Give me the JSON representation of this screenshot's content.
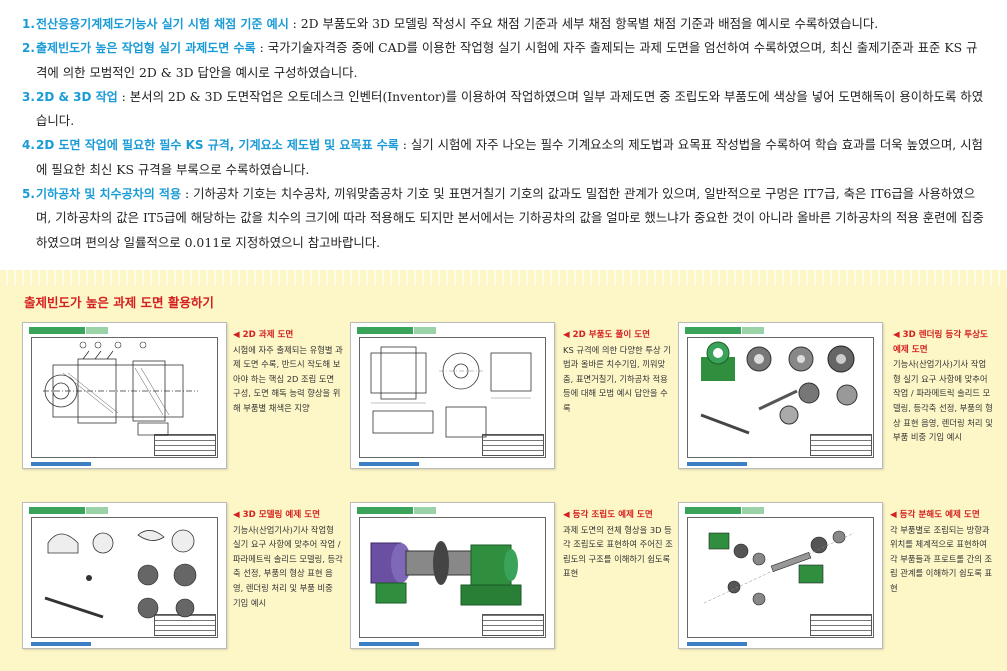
{
  "intro": [
    {
      "num": "1.",
      "head": "전산응용기계제도기능사 실기 시험 채점 기준 예시",
      "sep": " : ",
      "body": "2D 부품도와 3D 모델링 작성시 주요 채점 기준과 세부 채점 항목별 채점 기준과 배점을 예시로 수록하였습니다."
    },
    {
      "num": "2.",
      "head": "출제빈도가 높은 작업형 실기 과제도면 수록",
      "sep": " : ",
      "body": "국가기술자격증 중에 CAD를 이용한 작업형 실기 시험에 자주 출제되는 과제 도면을 엄선하여 수록하였으며, 최신 출제기준과 표준 KS 규격에 의한 모범적인 2D & 3D 답안을 예시로 구성하였습니다."
    },
    {
      "num": "3.",
      "head": "2D & 3D 작업",
      "sep": " : ",
      "body": "본서의 2D & 3D 도면작업은 오토데스크 인벤터(Inventor)를 이용하여 작업하였으며 일부 과제도면 중 조립도와 부품도에 색상을 넣어 도면해독이 용이하도록 하였습니다."
    },
    {
      "num": "4.",
      "head": "2D 도면 작업에 필요한 필수 KS 규격, 기계요소 제도법 및 요목표 수록",
      "sep": " : ",
      "body": "실기 시험에 자주 나오는 필수 기계요소의 제도법과 요목표 작성법을 수록하여 학습 효과를 더욱 높였으며, 시험에 필요한 최신 KS 규격을 부록으로 수록하였습니다."
    },
    {
      "num": "5.",
      "head": "기하공차 및 치수공차의 적용",
      "sep": " : ",
      "body": "기하공차 기호는 치수공차, 끼워맞춤공차 기호 및 표면거칠기 기호의 값과도 밀접한 관계가 있으며, 일반적으로 구멍은 IT7급, 축은 IT6급을 사용하였으며, 기하공차의 값은 IT5급에 해당하는 값을 치수의 크기에 따라 적용해도 되지만 본서에서는 기하공차의 값을 얼마로 했느냐가 중요한 것이 아니라 올바른 기하공차의 적용 훈련에 집중하였으며 편의상 일률적으로 0.011로 지정하였으니 참고바랍니다."
    }
  ],
  "section_title": "출제빈도가 높은 과제 도면 활용하기",
  "cards": [
    {
      "title": "◀ 2D 과제 도면",
      "body": "시험에 자주 출제되는 유형별 과제 도면 수록, 반드시 작도해 보아야 하는 핵심 2D 조립 도면 구성, 도면 해독 능력 향상을 위해 부품별 채색은 지양"
    },
    {
      "title": "◀ 2D 부품도 풀이 도면",
      "body": "KS 규격에 의한 다양한 투상 기법과 올바른 치수기입, 끼워맞춤, 표면거칠기, 기하공차 적용 등에 대해 모범 예시 답안을 수록"
    },
    {
      "title": "◀ 3D 렌더링 등각 투상도 예제 도면",
      "body": "기능사(산업기사)기사 작업형 실기 요구 사항에 맞추어 작업 / 파라메트릭 솔리드 모델링, 등각축 선정, 부품의 형상 표현 음영, 렌더링 처리 및 부품 비중 기입 예시"
    },
    {
      "title": "◀ 3D 모델링 예제 도면",
      "body": "기능사(산업기사)기사 작업형 실기 요구 사항에 맞추어 작업 / 파라메트릭 솔리드 모델링, 등각축 선정, 부품의 형상 표현 음영, 렌더링 처리 및 부품 비중 기입 예시"
    },
    {
      "title": "◀ 등각 조립도 예제 도면",
      "body": "과제 도면의 전체 형상을 3D 등각 조립도로 표현하여 주어진 조립도의 구조를 이해하기 쉽도록 표현"
    },
    {
      "title": "◀ 등각 분해도 예제 도면",
      "body": "각 부품별로 조립되는 방향과 위치를 체계적으로 표현하여 각 부품들과 프로트롤 간의 조립 관계를 이해하기 쉽도록 표현"
    }
  ],
  "colors": {
    "accent_blue": "#1a9bd7",
    "accent_red": "#d42020",
    "panel_bg": "#fdf7c8",
    "model_green": "#2f8f3f"
  }
}
